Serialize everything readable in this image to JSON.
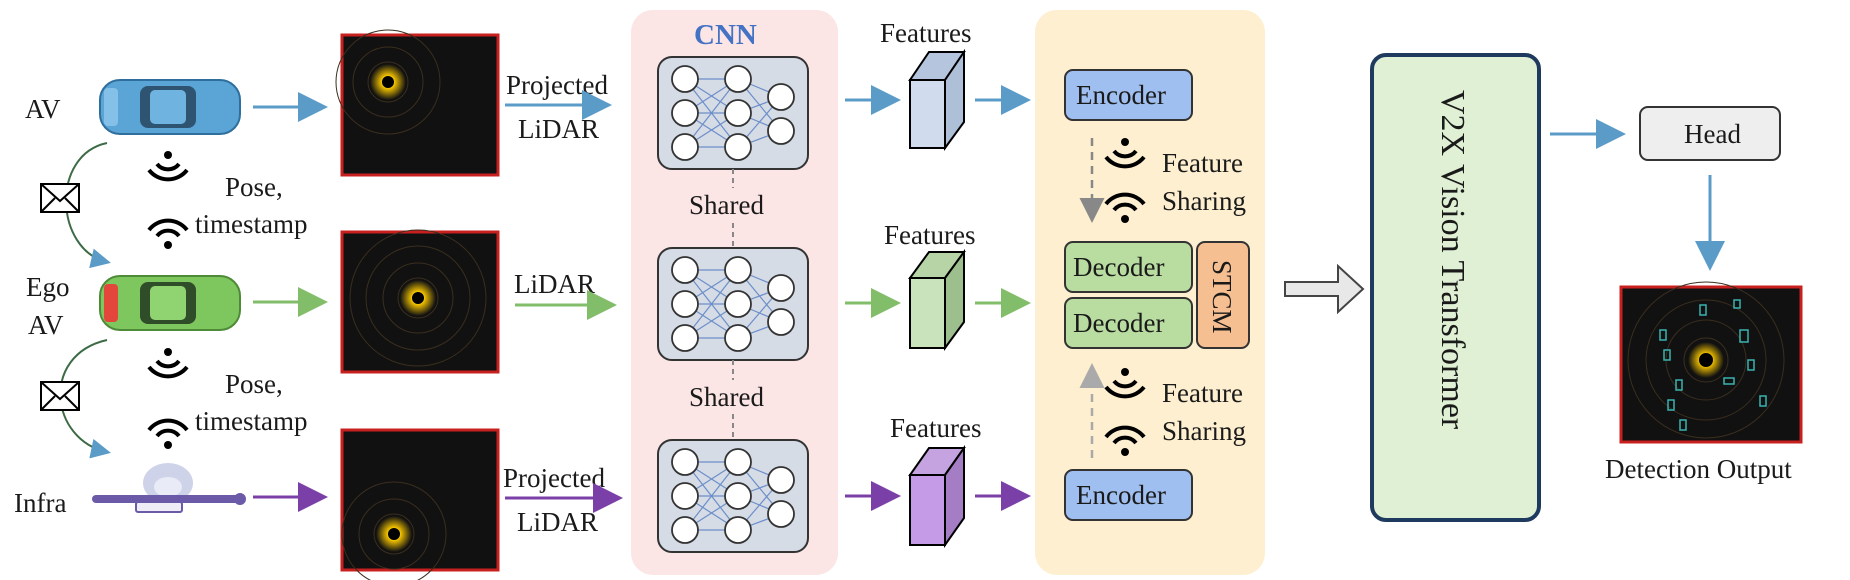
{
  "agents": {
    "av": "AV",
    "ego_line1": "Ego",
    "ego_line2": "AV",
    "infra": "Infra"
  },
  "pose_label_line1": "Pose,",
  "pose_label_line2": "timestamp",
  "inputs": {
    "projected_line1": "Projected",
    "projected_line2": "LiDAR",
    "lidar": "LiDAR"
  },
  "cnn": {
    "title": "CNN",
    "shared": "Shared"
  },
  "features": "Features",
  "fusion": {
    "encoder": "Encoder",
    "decoder": "Decoder",
    "stcm": "STCM",
    "feature_sharing_line1": "Feature",
    "feature_sharing_line2": "Sharing"
  },
  "transformer": "V2X Vision Transformer",
  "head": "Head",
  "detection_output": "Detection Output",
  "colors": {
    "blue_arrow": "#5b9bc8",
    "green_arrow": "#82bd6a",
    "purple_arrow": "#7b3fa8",
    "cnn_panel": "#fbe5e5",
    "fusion_panel": "#fdefcf",
    "encoder": "#9fbff0",
    "decoder": "#b9dca0",
    "stcm": "#f5bf92",
    "transformer": "#dff0d4",
    "transformer_border": "#1f3a5f",
    "head": "#eeeeee",
    "lidar_frame": "#c8201e"
  },
  "icons": [
    "car-blue-icon",
    "car-green-icon",
    "rsu-infra-icon",
    "envelope-icon",
    "wifi-icon",
    "neural-net-icon",
    "feature-block-icon",
    "lidar-scan-icon"
  ]
}
